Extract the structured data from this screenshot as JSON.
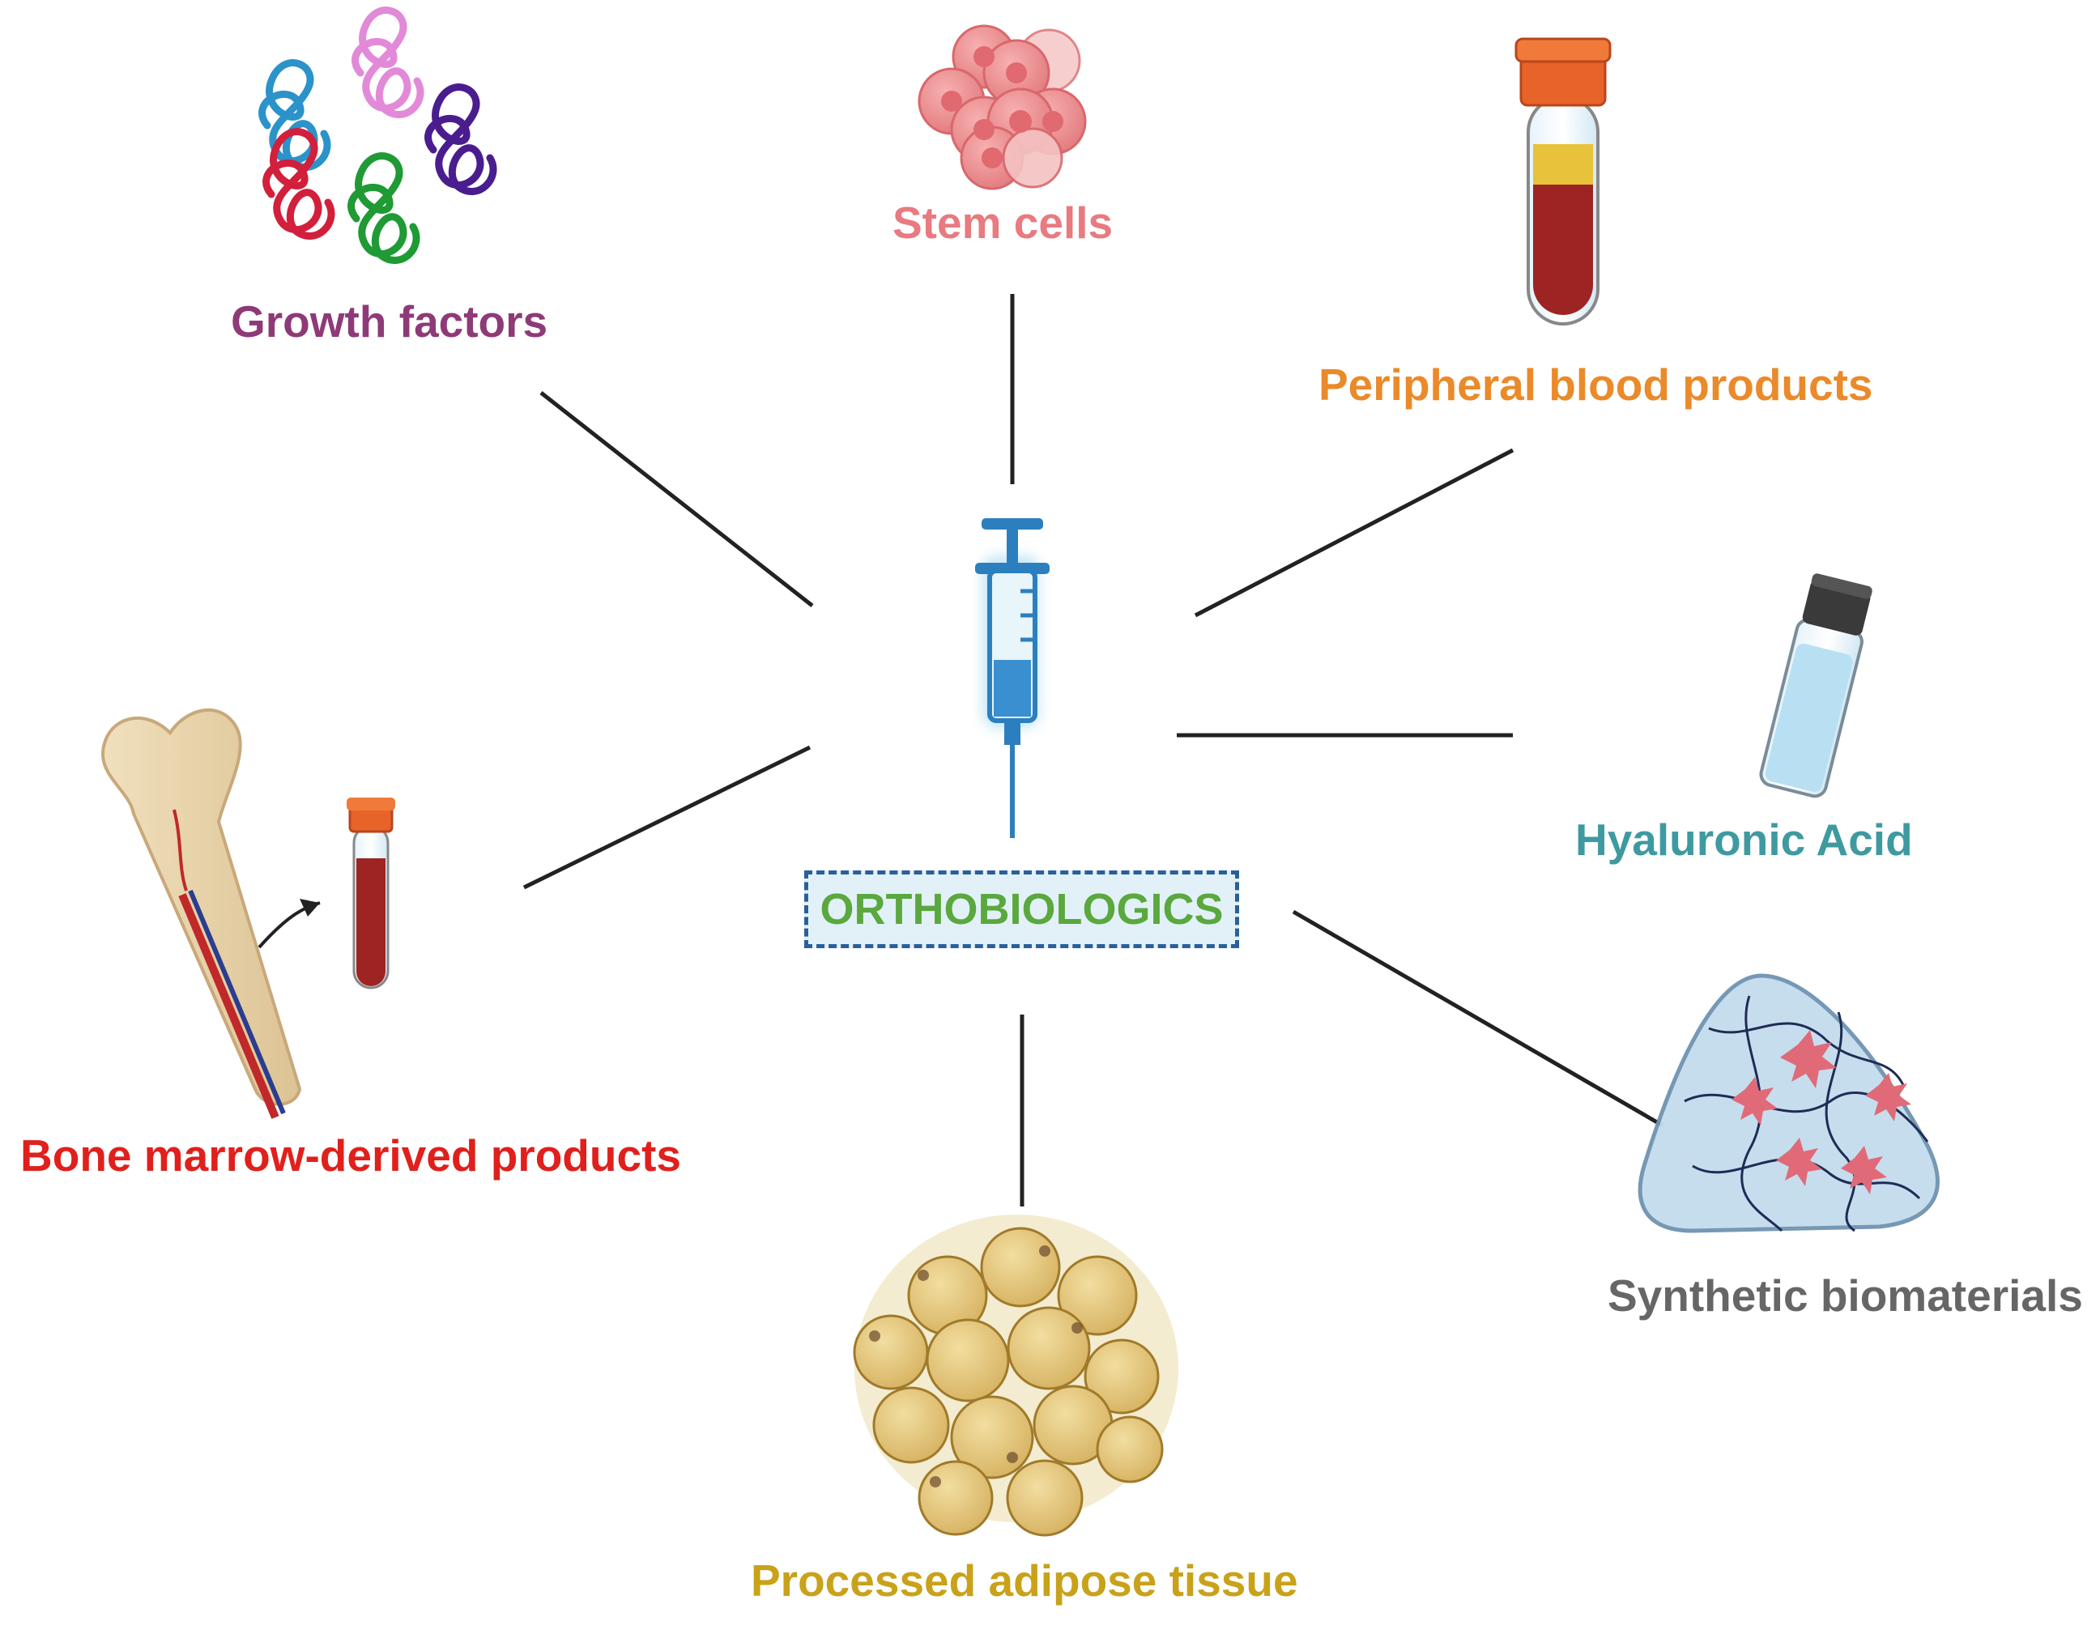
{
  "center": {
    "label": "ORTHOBIOLOGICS",
    "color": "#5aa83e"
  },
  "categories": {
    "growth_factors": {
      "label": "Growth factors",
      "color": "#8e3a78"
    },
    "stem_cells": {
      "label": "Stem cells",
      "color": "#e87a80"
    },
    "peripheral_blood": {
      "label": "Peripheral blood products",
      "color": "#ea8a2a"
    },
    "hyaluronic_acid": {
      "label": "Hyaluronic Acid",
      "color": "#3e9aa0"
    },
    "bone_marrow": {
      "label": "Bone marrow-derived products",
      "color": "#e0201c"
    },
    "synthetic": {
      "label": "Synthetic biomaterials",
      "color": "#666666"
    },
    "adipose": {
      "label": "Processed adipose tissue",
      "color": "#c9a21a"
    }
  },
  "icons": [
    "protein-icon",
    "stem-cell-cluster-icon",
    "blood-tube-icon",
    "vial-icon",
    "femur-bone-icon",
    "hydrogel-scaffold-icon",
    "adipocytes-icon",
    "syringe-icon"
  ]
}
